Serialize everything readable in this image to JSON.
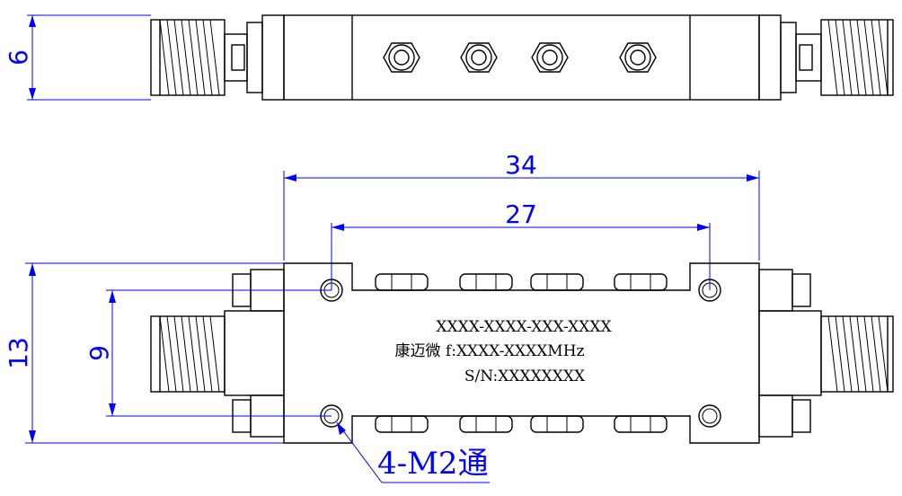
{
  "drawing": {
    "dimensions": {
      "height_top": "6",
      "overall_length": "34",
      "hole_spacing": "27",
      "body_height": "13",
      "hole_vertical_spacing": "9"
    },
    "marking": {
      "part_number": "XXXX-XXXX-XXX-XXXX",
      "brand_freq": "康迈微 f:XXXX-XXXXMHz",
      "serial": "S/N:XXXXXXXX"
    },
    "callout": "4-M2通",
    "colors": {
      "dimension": "#0000ff",
      "outline": "#000000"
    }
  }
}
